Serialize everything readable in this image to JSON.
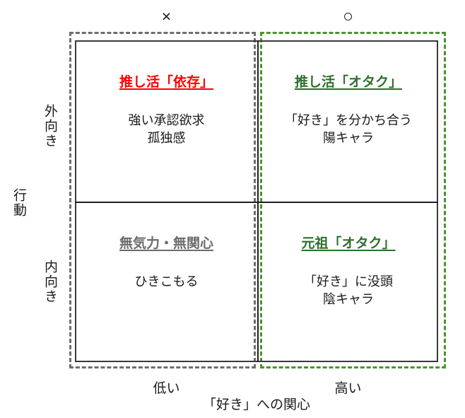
{
  "colors": {
    "red_title": "#ff0000",
    "green_title": "#2e6f2e",
    "gray_title": "#6b6b6b",
    "gray_dash_border": "#6e6e6e",
    "green_dash_border": "#4a942e",
    "line": "#1f1f1f"
  },
  "top_marks": {
    "left_mark": "×",
    "right_mark": "○"
  },
  "y_axis": {
    "label": "行動",
    "top": "外向き",
    "bottom": "内向き"
  },
  "x_axis": {
    "label": "「好き」への関心",
    "left": "低い",
    "right": "高い"
  },
  "quadrants": [
    {
      "id": "top-left",
      "title": "推し活「依存」",
      "lines": [
        "強い承認欲求",
        "孤独感"
      ]
    },
    {
      "id": "top-right",
      "title": "推し活「オタク」",
      "lines": [
        "「好き」を分かち合う",
        "陽キャラ"
      ]
    },
    {
      "id": "bottom-left",
      "title": "無気力・無関心",
      "lines": [
        "ひきこもる"
      ]
    },
    {
      "id": "bottom-right",
      "title": "元祖「オタク」",
      "lines": [
        "「好き」に没頭",
        "陰キャラ"
      ]
    }
  ]
}
